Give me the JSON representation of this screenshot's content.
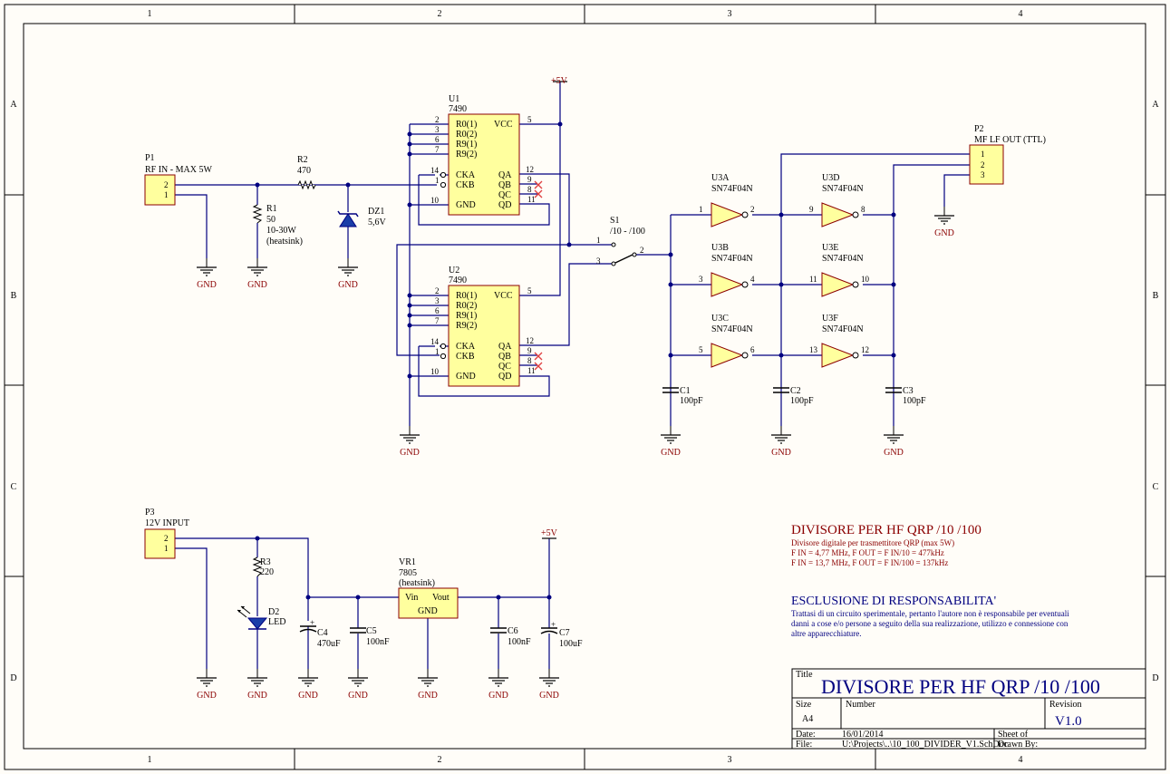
{
  "border": {
    "columns": [
      "1",
      "2",
      "3",
      "4"
    ],
    "rows": [
      "A",
      "B",
      "C",
      "D"
    ]
  },
  "colors": {
    "wire": "#000080",
    "part_fill": "#ffff9e",
    "part_outline": "#8b0000",
    "power_text": "#8b0000",
    "paper": "#fffdf8"
  },
  "power": {
    "vcc": "+5V",
    "gnd": "GND"
  },
  "p1": {
    "ref": "P1",
    "value": "RF IN - MAX 5W",
    "pin2": "2",
    "pin1": "1"
  },
  "r1": {
    "ref": "R1",
    "value": "50",
    "note1": "10-30W",
    "note2": "(heatsink)"
  },
  "r2": {
    "ref": "R2",
    "value": "470"
  },
  "dz1": {
    "ref": "DZ1",
    "value": "5,6V"
  },
  "u1": {
    "ref": "U1",
    "value": "7490"
  },
  "u2": {
    "ref": "U2",
    "value": "7490"
  },
  "counter_pins": {
    "r01": "R0(1)",
    "r02": "R0(2)",
    "r91": "R9(1)",
    "r92": "R9(2)",
    "cka": "CKA",
    "ckb": "CKB",
    "gnd": "GND",
    "vcc": "VCC",
    "qa": "QA",
    "qb": "QB",
    "qc": "QC",
    "qd": "QD",
    "n2": "2",
    "n3": "3",
    "n6": "6",
    "n7": "7",
    "n14": "14",
    "n1": "1",
    "n10": "10",
    "n5": "5",
    "n12": "12",
    "n9": "9",
    "n8": "8",
    "n11": "11"
  },
  "s1": {
    "ref": "S1",
    "value": "/10 - /100",
    "pin1": "1",
    "pin2": "2",
    "pin3": "3"
  },
  "inverters": [
    {
      "ref": "U3A",
      "value": "SN74F04N",
      "in": "1",
      "out": "2"
    },
    {
      "ref": "U3B",
      "value": "SN74F04N",
      "in": "3",
      "out": "4"
    },
    {
      "ref": "U3C",
      "value": "SN74F04N",
      "in": "5",
      "out": "6"
    },
    {
      "ref": "U3D",
      "value": "SN74F04N",
      "in": "9",
      "out": "8"
    },
    {
      "ref": "U3E",
      "value": "SN74F04N",
      "in": "11",
      "out": "10"
    },
    {
      "ref": "U3F",
      "value": "SN74F04N",
      "in": "13",
      "out": "12"
    }
  ],
  "caps_top": [
    {
      "ref": "C1",
      "value": "100pF"
    },
    {
      "ref": "C2",
      "value": "100pF"
    },
    {
      "ref": "C3",
      "value": "100pF"
    }
  ],
  "p2": {
    "ref": "P2",
    "value": "MF LF OUT (TTL)",
    "pin1": "1",
    "pin2": "2",
    "pin3": "3"
  },
  "p3": {
    "ref": "P3",
    "value": "12V INPUT",
    "pin2": "2",
    "pin1": "1"
  },
  "r3": {
    "ref": "R3",
    "value": "220"
  },
  "d2": {
    "ref": "D2",
    "value": "LED"
  },
  "c4": {
    "ref": "C4",
    "value": "470uF"
  },
  "c5": {
    "ref": "C5",
    "value": "100nF"
  },
  "vr1": {
    "ref": "VR1",
    "value": "7805",
    "note": "(heatsink)",
    "vin": "Vin",
    "vout": "Vout",
    "gnd": "GND"
  },
  "c6": {
    "ref": "C6",
    "value": "100nF"
  },
  "c7": {
    "ref": "C7",
    "value": "100uF"
  },
  "notes": {
    "title": "DIVISORE PER HF QRP /10 /100",
    "subtitle": "Divisore digitale per trasmettitore QRP (max 5W)",
    "line1": "F IN = 4,77 MHz, F OUT = F IN/10 = 477kHz",
    "line2": "F IN = 13,7 MHz, F OUT = F IN/100 = 137kHz",
    "disclaimer_title": "ESCLUSIONE DI RESPONSABILITA'",
    "disc1": "Trattasi di un circuito sperimentale, pertanto l'autore non è responsabile per eventuali",
    "disc2": "danni a cose e/o persone a seguito della sua realizzazione, utilizzo e connessione con",
    "disc3": "altre apparecchiature."
  },
  "titleblock": {
    "title_label": "Title",
    "title": "DIVISORE PER HF QRP /10 /100",
    "size_label": "Size",
    "size": "A4",
    "number_label": "Number",
    "revision_label": "Revision",
    "revision": "V1.0",
    "date_label": "Date:",
    "date": "16/01/2014",
    "file_label": "File:",
    "file": "U:\\Projects\\..\\10_100_DIVIDER_V1.SchDoc",
    "sheet_label": "Sheet   of",
    "drawn_label": "Drawn By:"
  }
}
